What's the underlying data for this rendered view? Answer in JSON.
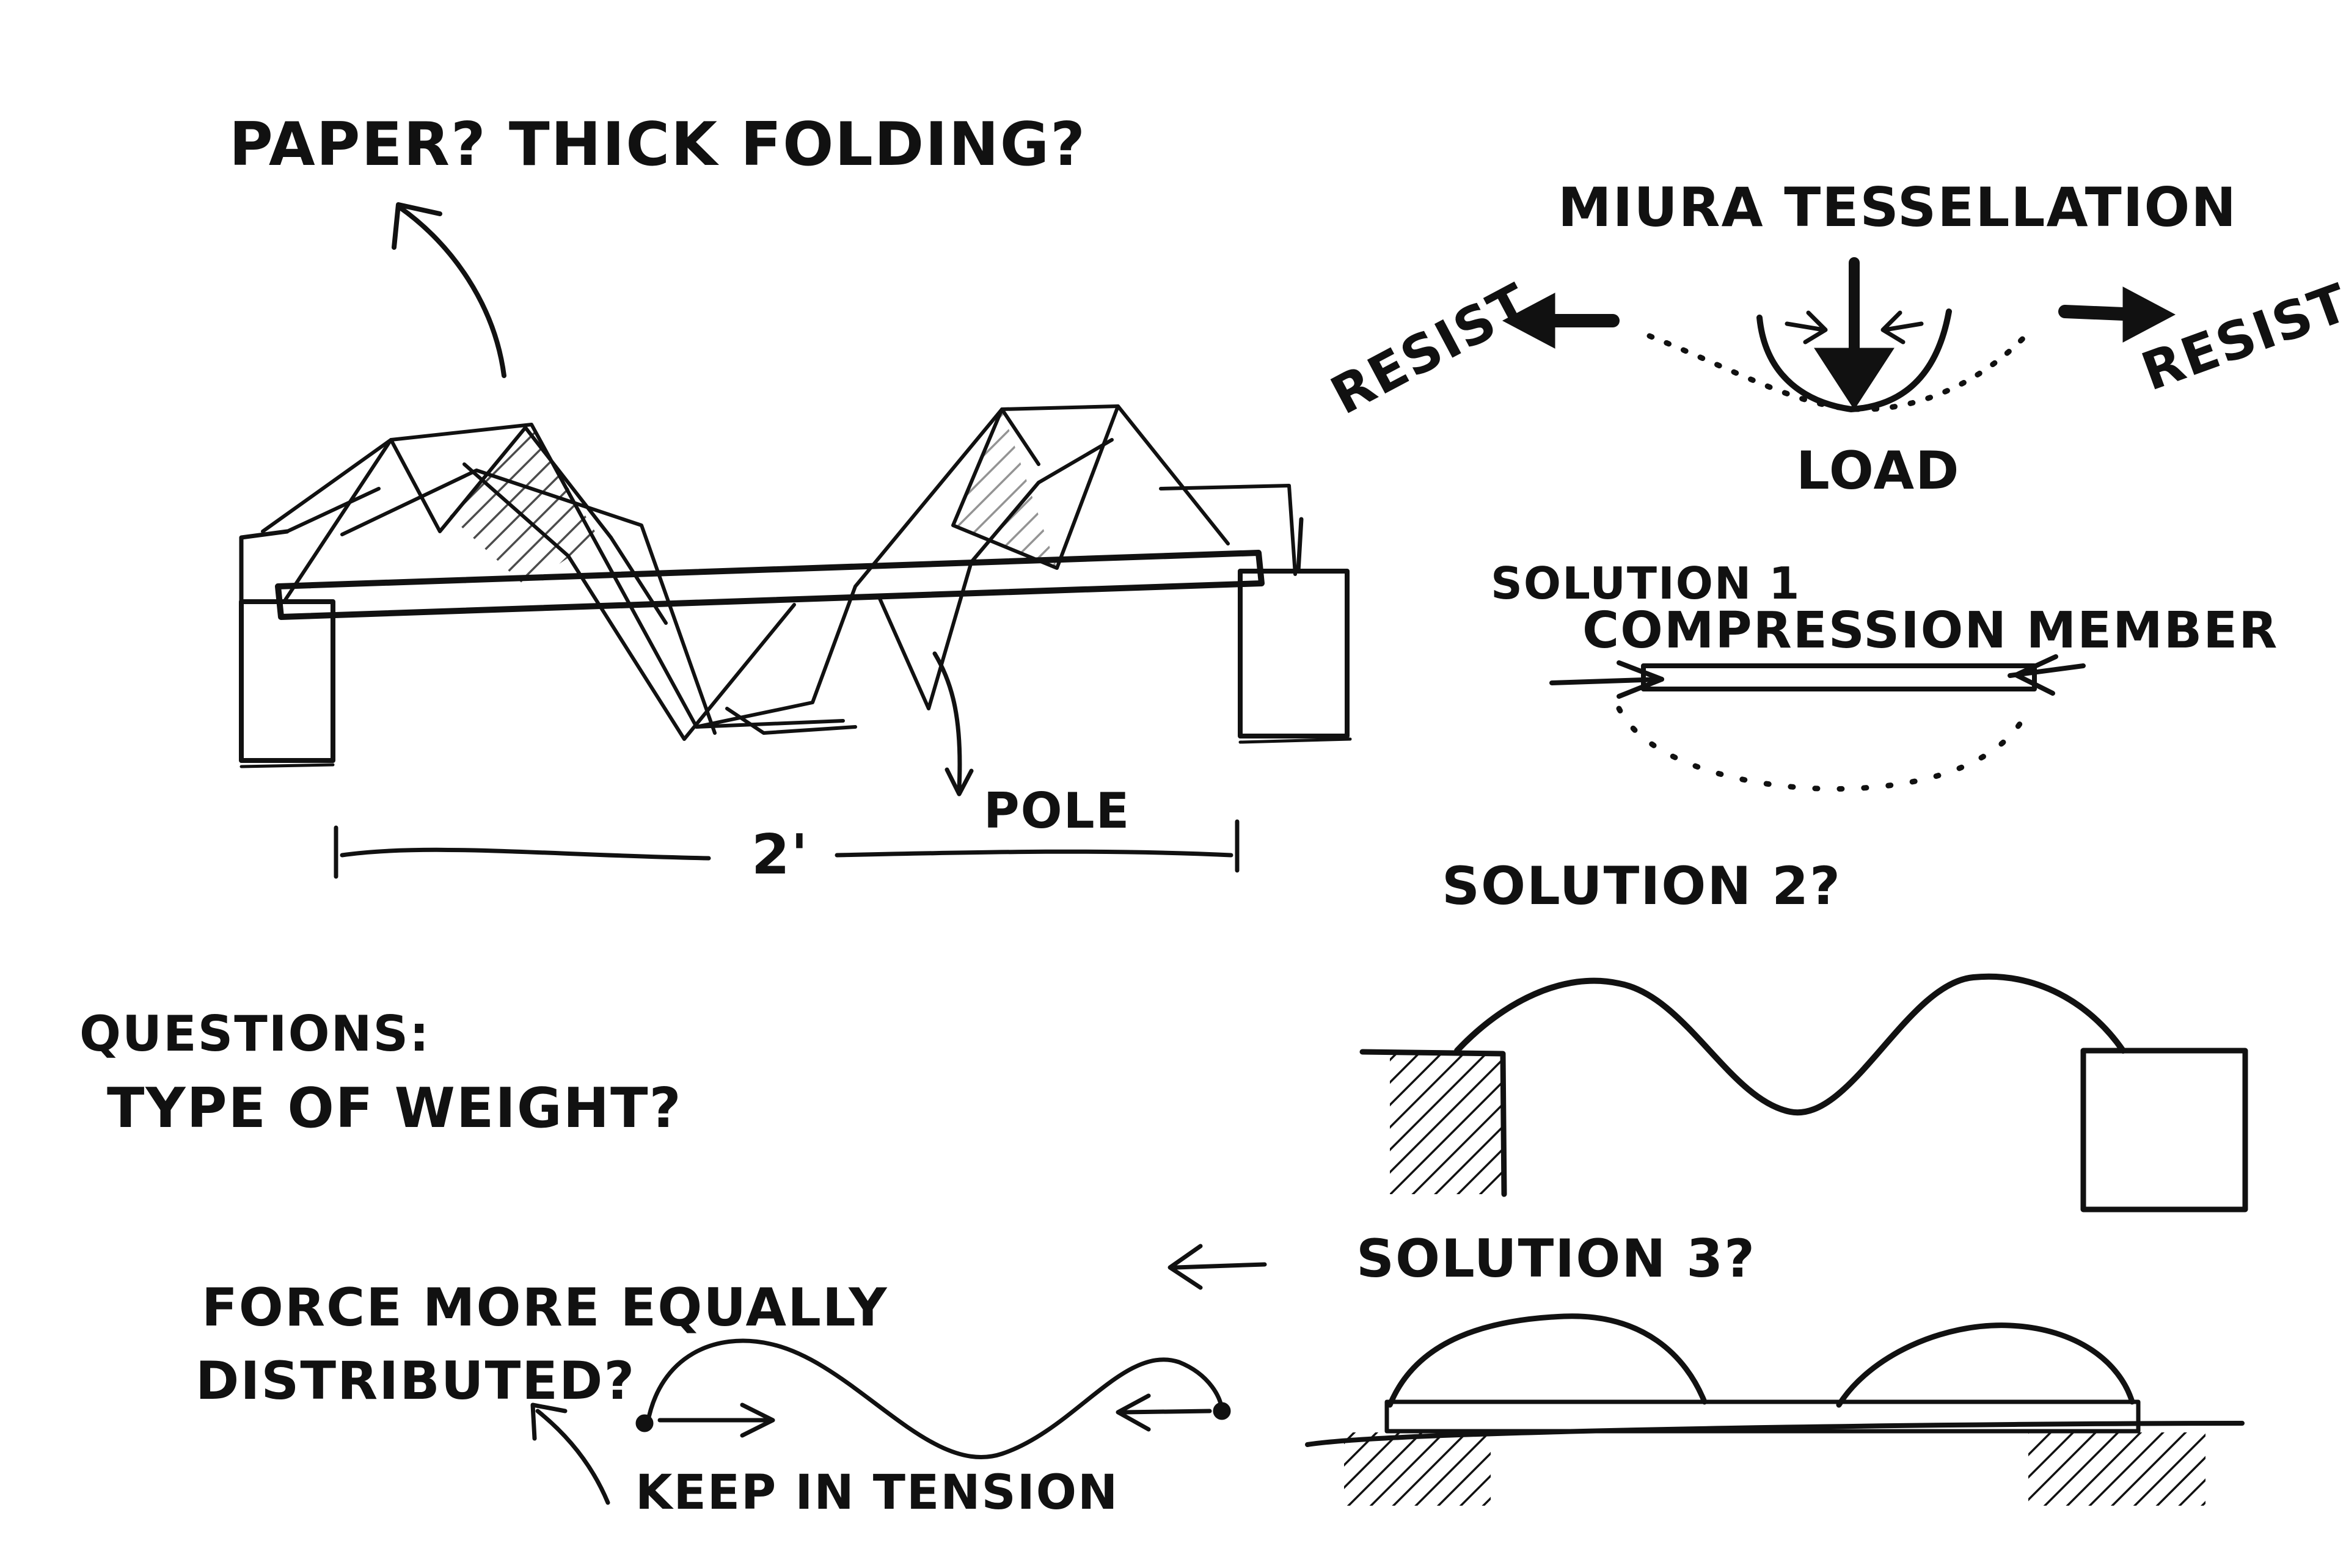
{
  "labels": {
    "paper_question": "PAPER? THICK FOLDING?",
    "miura": "MIURA TESSELLATION",
    "resist_left": "RESIST",
    "resist_right": "RESIST",
    "load": "LOAD",
    "pole": "POLE",
    "span": "2'",
    "solution1": "SOLUTION 1",
    "compression_member": "COMPRESSION MEMBER",
    "solution2": "SOLUTION 2?",
    "questions": "QUESTIONS:",
    "type_of_weight": "TYPE OF WEIGHT?",
    "solution3": "SOLUTION 3?",
    "force_line1": "FORCE MORE EQUALLY",
    "force_line2": "DISTRIBUTED?",
    "keep_in_tension": "KEEP IN TENSION"
  }
}
